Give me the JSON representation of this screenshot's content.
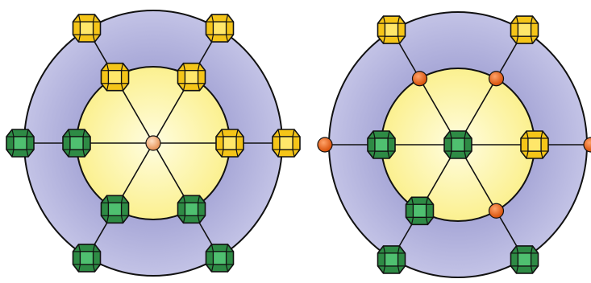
{
  "colors": {
    "outer_ring": "#b3b3dc",
    "inner_disk": "#fdf9bd",
    "gem_yellow": "#f5c518",
    "gem_green": "#2e8b45",
    "center_node": "#f2b27d",
    "orange_node": "#e8651a"
  },
  "diagrams": [
    {
      "name": "left-diagram",
      "center_node": "peach-dot",
      "inner_nodes": [
        "gem-yellow",
        "gem-yellow",
        "gem-yellow",
        "gem-green",
        "gem-green",
        "gem-green"
      ],
      "outer_nodes": [
        "gem-yellow",
        "gem-yellow",
        "gem-yellow",
        "gem-green",
        "gem-green",
        "gem-green"
      ]
    },
    {
      "name": "right-diagram",
      "center_node": "gem-green",
      "inner_nodes": [
        "orange-dot",
        "orange-dot",
        "gem-yellow",
        "gem-green",
        "gem-green",
        "orange-dot"
      ],
      "outer_nodes": [
        "gem-yellow",
        "gem-yellow",
        "orange-dot",
        "orange-dot",
        "gem-green",
        "gem-green"
      ]
    }
  ]
}
